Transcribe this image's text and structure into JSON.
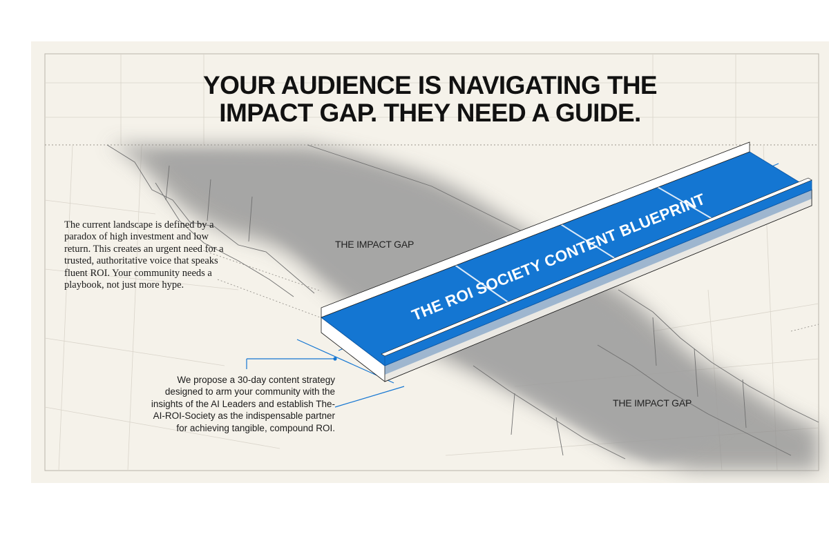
{
  "headline": {
    "line1": "YOUR AUDIENCE IS NAVIGATING THE",
    "line2": "IMPACT GAP.  THEY NEED A GUIDE."
  },
  "intro_text": "The current landscape is defined by a paradox of high investment and low return. This creates an urgent need for a trusted, authoritative voice that speaks fluent ROI. Your community needs a playbook, not just more hype.",
  "proposal_text": "We propose a 30-day content strategy designed to arm your community with the insights of the AI Leaders and establish The-AI-ROI-Society as the indispensable partner for achieving tangible, compound ROI.",
  "gap_labels": [
    "THE IMPACT GAP",
    "THE IMPACT GAP"
  ],
  "bridge_label": "THE ROI SOCIETY CONTENT BLUEPRINT",
  "colors": {
    "background": "#f5f2ea",
    "bridge_blue": "#1476d2",
    "bridge_shadow": "#0e5aa8",
    "text": "#111111"
  }
}
